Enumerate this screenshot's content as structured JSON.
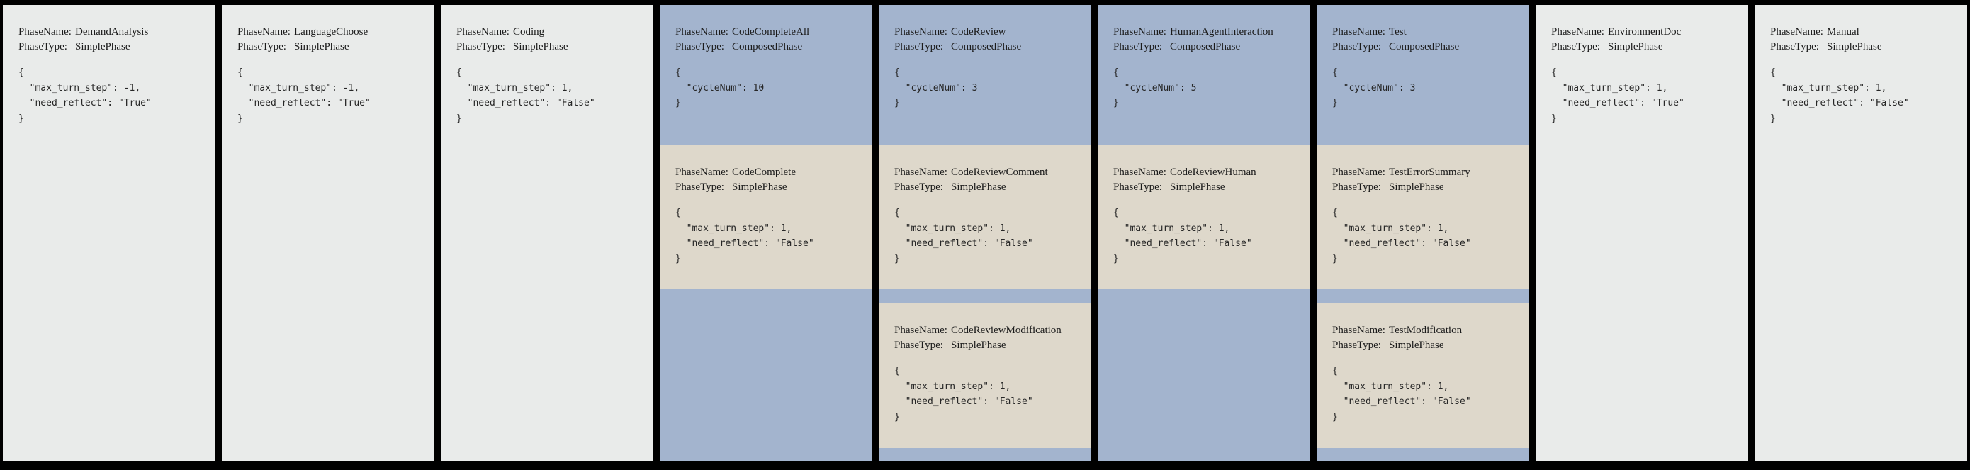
{
  "canvas": {
    "background": "#000000"
  },
  "colors": {
    "simple_phase_bg": "#e9ebea",
    "composed_phase_bg": "#a3b4ce",
    "nested_phase_bg": "#ded8cb",
    "text": "#1b1b1b"
  },
  "labels": {
    "phase_name": "PhaseName:",
    "phase_type": "PhaseType:"
  },
  "phases": [
    {
      "name": "DemandAnalysis",
      "type": "SimplePhase",
      "config": "{\n  \"max_turn_step\": -1,\n  \"need_reflect\": \"True\"\n}"
    },
    {
      "name": "LanguageChoose",
      "type": "SimplePhase",
      "config": "{\n  \"max_turn_step\": -1,\n  \"need_reflect\": \"True\"\n}"
    },
    {
      "name": "Coding",
      "type": "SimplePhase",
      "config": "{\n  \"max_turn_step\": 1,\n  \"need_reflect\": \"False\"\n}"
    },
    {
      "name": "CodeCompleteAll",
      "type": "ComposedPhase",
      "config": "{\n  \"cycleNum\": 10\n}",
      "children": [
        {
          "name": "CodeComplete",
          "type": "SimplePhase",
          "config": "{\n  \"max_turn_step\": 1,\n  \"need_reflect\": \"False\"\n}"
        }
      ]
    },
    {
      "name": "CodeReview",
      "type": "ComposedPhase",
      "config": "{\n  \"cycleNum\": 3\n}",
      "children": [
        {
          "name": "CodeReviewComment",
          "type": "SimplePhase",
          "config": "{\n  \"max_turn_step\": 1,\n  \"need_reflect\": \"False\"\n}"
        },
        {
          "name": "CodeReviewModification",
          "type": "SimplePhase",
          "config": "{\n  \"max_turn_step\": 1,\n  \"need_reflect\": \"False\"\n}"
        }
      ]
    },
    {
      "name": "HumanAgentInteraction",
      "type": "ComposedPhase",
      "config": "{\n  \"cycleNum\": 5\n}",
      "children": [
        {
          "name": "CodeReviewHuman",
          "type": "SimplePhase",
          "config": "{\n  \"max_turn_step\": 1,\n  \"need_reflect\": \"False\"\n}"
        }
      ]
    },
    {
      "name": "Test",
      "type": "ComposedPhase",
      "config": "{\n  \"cycleNum\": 3\n}",
      "children": [
        {
          "name": "TestErrorSummary",
          "type": "SimplePhase",
          "config": "{\n  \"max_turn_step\": 1,\n  \"need_reflect\": \"False\"\n}"
        },
        {
          "name": "TestModification",
          "type": "SimplePhase",
          "config": "{\n  \"max_turn_step\": 1,\n  \"need_reflect\": \"False\"\n}"
        }
      ]
    },
    {
      "name": "EnvironmentDoc",
      "type": "SimplePhase",
      "config": "{\n  \"max_turn_step\": 1,\n  \"need_reflect\": \"True\"\n}"
    },
    {
      "name": "Manual",
      "type": "SimplePhase",
      "config": "{\n  \"max_turn_step\": 1,\n  \"need_reflect\": \"False\"\n}"
    }
  ]
}
